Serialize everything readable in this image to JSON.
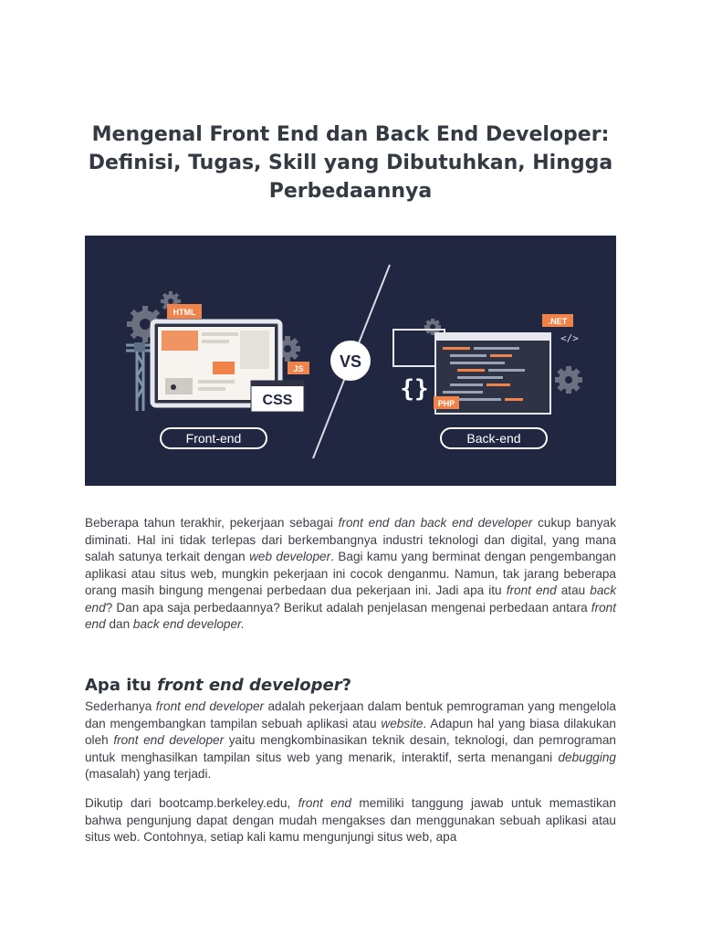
{
  "document": {
    "title": "Mengenal Front End dan Back End Developer: Definisi, Tugas, Skill yang Dibutuhkan, Hingga Perbedaannya"
  },
  "hero": {
    "html_tag": "HTML",
    "js_tag": "JS",
    "css_tag": "CSS",
    "vs_label": "VS",
    "net_tag": ".NET",
    "php_tag": "PHP",
    "code_icon": "</>",
    "braces_icon": "{}",
    "front_label": "Front-end",
    "back_label": "Back-end",
    "colors": {
      "background": "#222741",
      "accent": "#f0834a",
      "white": "#ffffff"
    }
  },
  "intro": {
    "s1": "Beberapa tahun terakhir, pekerjaan sebagai ",
    "e1": "front end dan back end developer",
    "s2": " cukup banyak diminati. Hal ini tidak terlepas dari berkembangnya industri teknologi dan digital, yang mana salah satunya terkait dengan ",
    "e2": "web developer",
    "s3": ". Bagi kamu yang berminat dengan pengembangan aplikasi atau situs web, mungkin pekerjaan ini cocok denganmu. Namun, tak jarang beberapa orang masih bingung mengenai perbedaan dua pekerjaan ini. Jadi apa itu ",
    "e3": "front end",
    "s4": " atau ",
    "e4": "back end",
    "s5": "? Dan apa saja perbedaannya? Berikut adalah penjelasan  mengenai perbedaan antara ",
    "e5": "front end",
    "s6": " dan ",
    "e6": "back end developer.",
    "s7": ""
  },
  "section1": {
    "heading_pre": "Apa itu ",
    "heading_em": "front end developer",
    "heading_post": "?",
    "p1": {
      "s1": "Sederhanya ",
      "e1": "front end developer",
      "s2": " adalah pekerjaan dalam bentuk pemrograman yang mengelola dan mengembangkan tampilan sebuah aplikasi atau ",
      "e2": "website",
      "s3": ". Adapun hal yang biasa dilakukan oleh ",
      "e3": "front end developer",
      "s4": " yaitu mengkombinasikan teknik desain, teknologi, dan pemrograman untuk menghasilkan tampilan situs web yang menarik, interaktif, serta menangani ",
      "e4": "debugging",
      "s5": " (masalah) yang terjadi."
    },
    "p2": {
      "s1": "Dikutip dari bootcamp.berkeley.edu, ",
      "e1": "front end",
      "s2": " memiliki tanggung jawab untuk memastikan bahwa pengunjung dapat dengan mudah mengakses dan menggunakan sebuah aplikasi atau situs web. Contohnya, setiap kali kamu mengunjungi situs web, apa"
    }
  }
}
